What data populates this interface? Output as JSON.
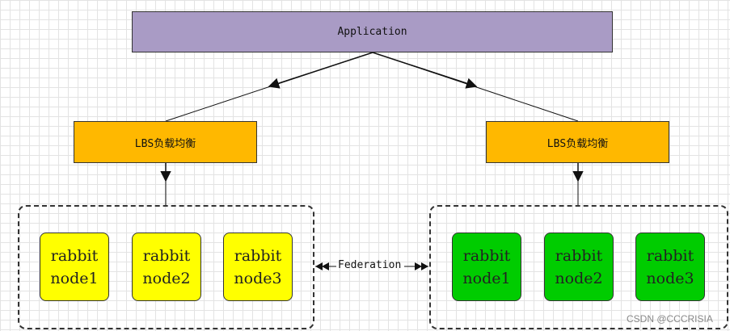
{
  "application": {
    "label": "Application"
  },
  "load_balancers": [
    {
      "label": "LBS负载均衡"
    },
    {
      "label": "LBS负载均衡"
    }
  ],
  "clusters": [
    {
      "color": "#ffff00",
      "nodes": [
        {
          "line1": "rabbit",
          "line2": "node1"
        },
        {
          "line1": "rabbit",
          "line2": "node2"
        },
        {
          "line1": "rabbit",
          "line2": "node3"
        }
      ]
    },
    {
      "color": "#00cc00",
      "nodes": [
        {
          "line1": "rabbit",
          "line2": "node1"
        },
        {
          "line1": "rabbit",
          "line2": "node2"
        },
        {
          "line1": "rabbit",
          "line2": "node3"
        }
      ]
    }
  ],
  "federation": {
    "label": "Federation"
  },
  "watermark": "CSDN @CCCRISIA",
  "colors": {
    "application": "#a99bc5",
    "lbs": "#ffb800",
    "node_left": "#ffff00",
    "node_right": "#00cc00"
  }
}
